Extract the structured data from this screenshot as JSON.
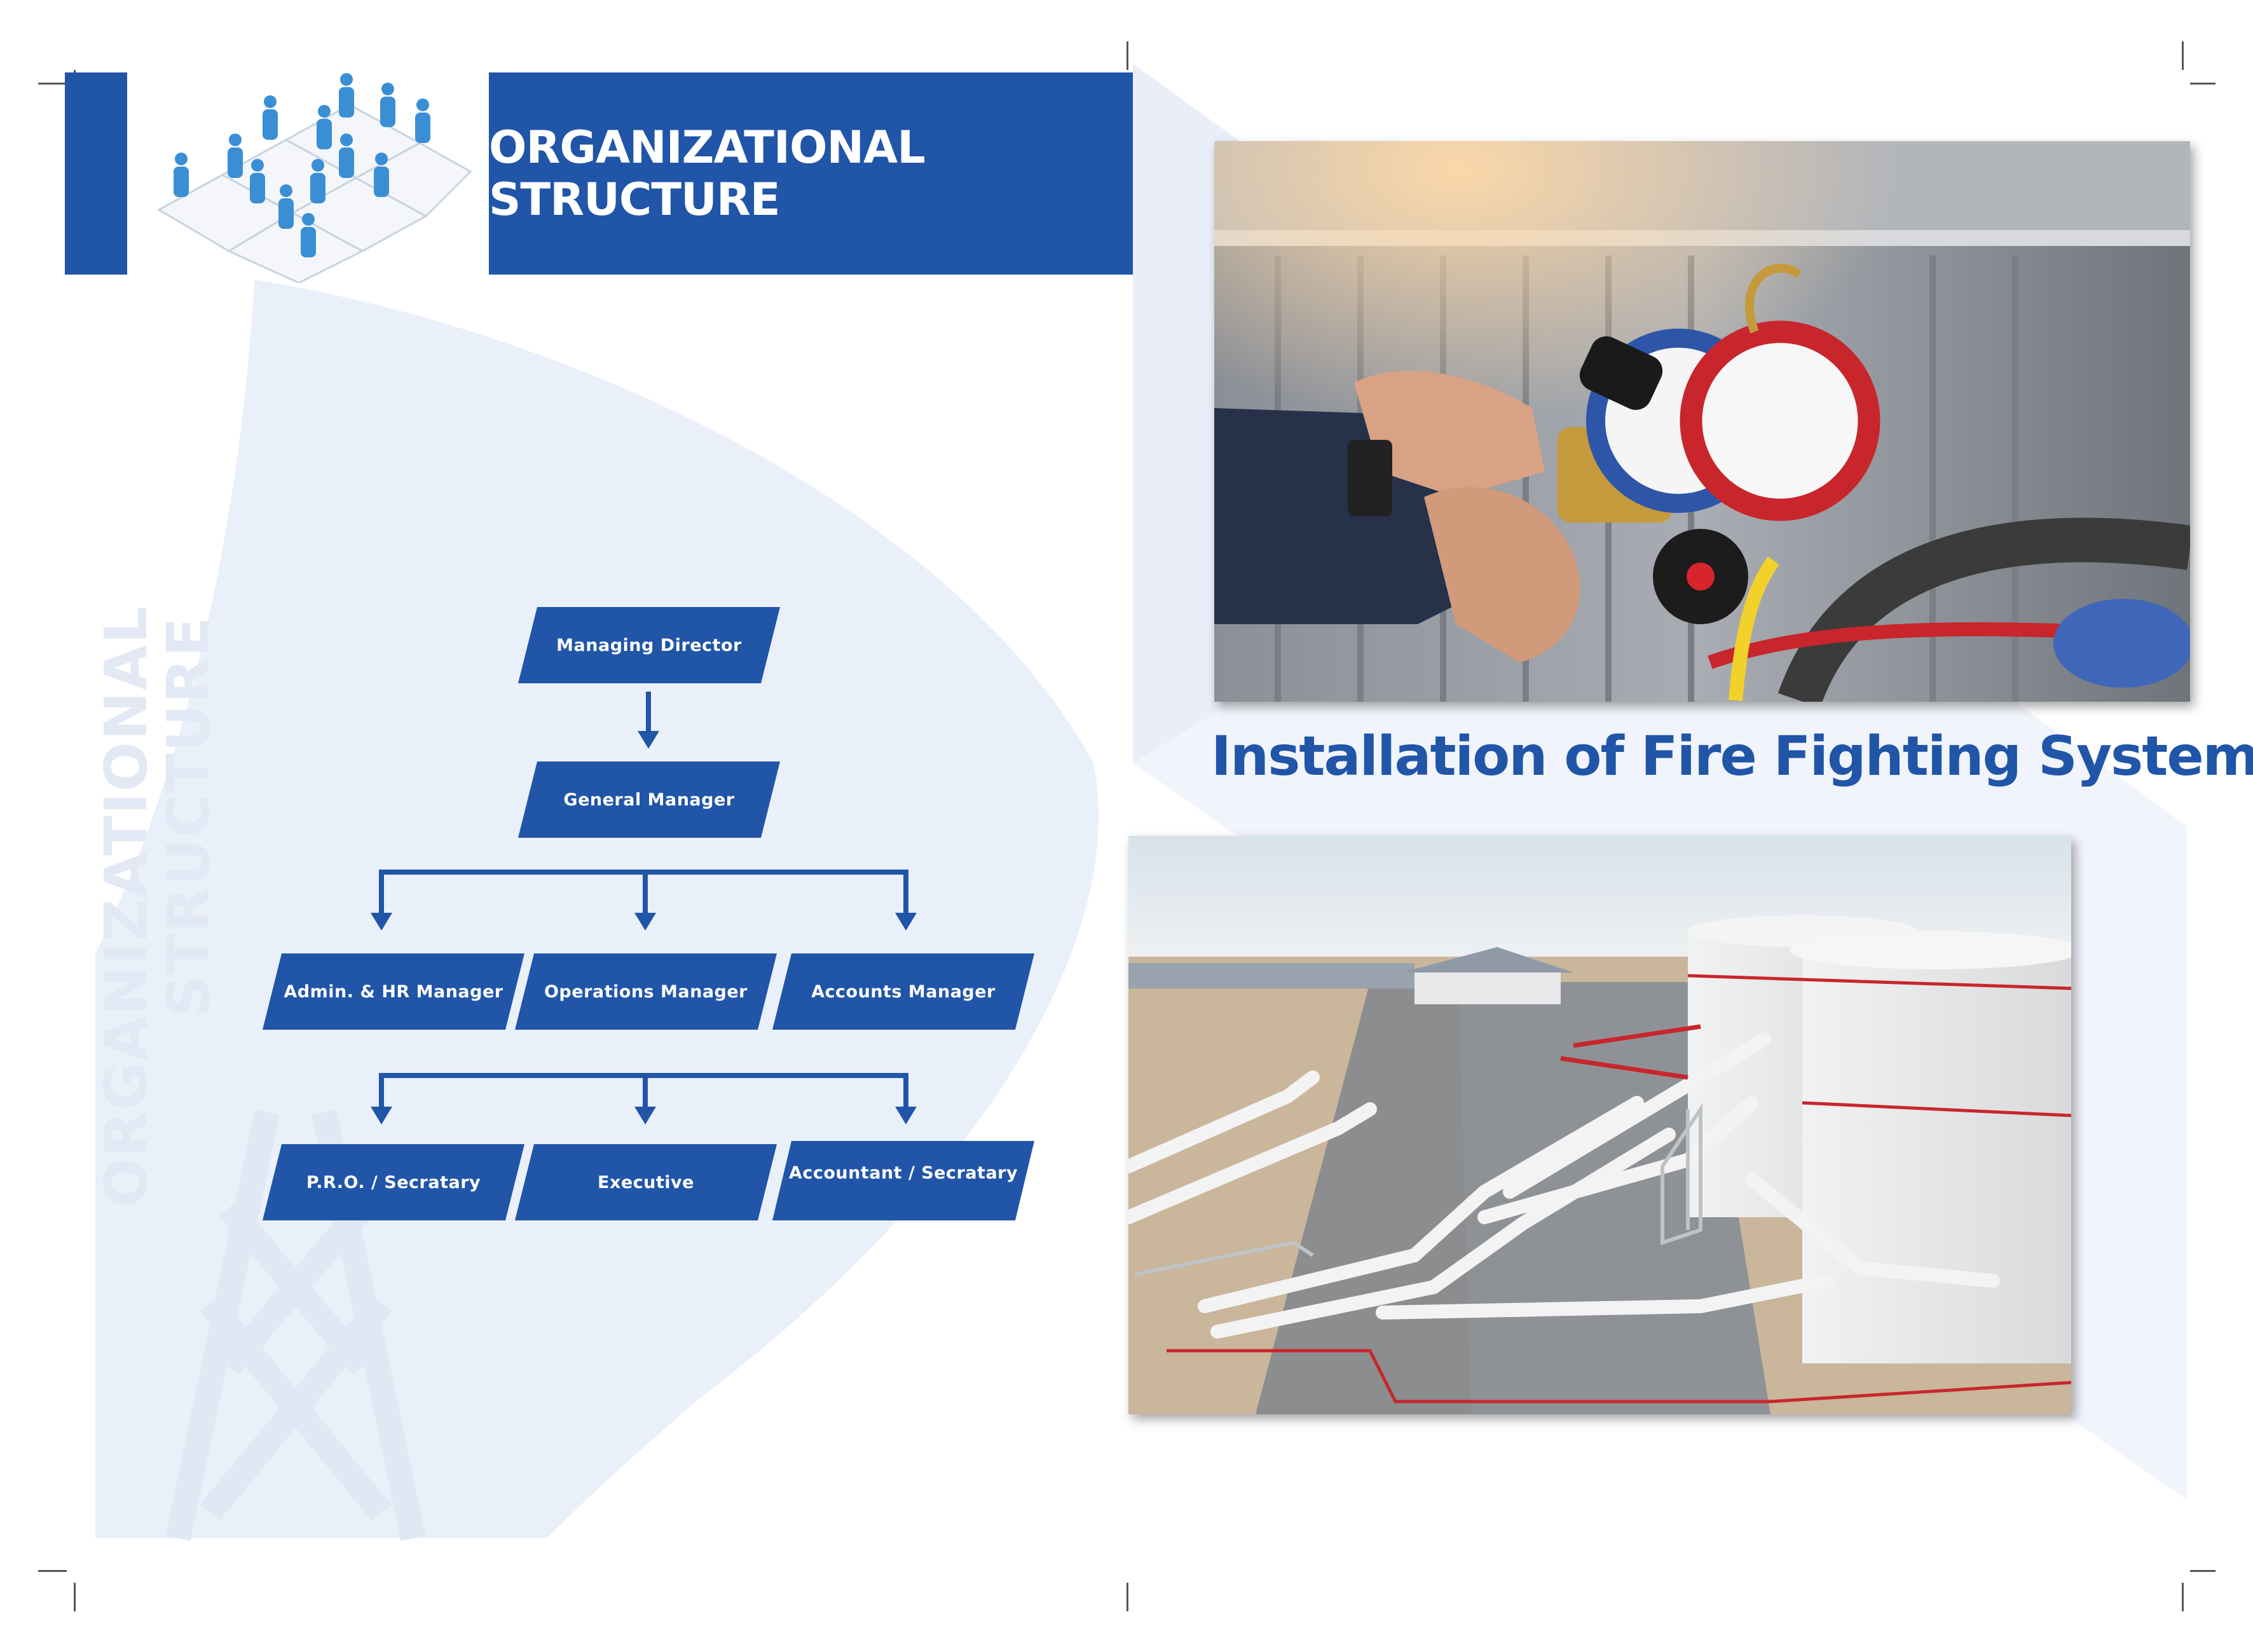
{
  "header": {
    "title": "ORGANIZATIONAL STRUCTURE"
  },
  "watermark": {
    "line1": "ORGANIZATIONAL",
    "line2": "STRUCTURE"
  },
  "org_chart": {
    "level1": {
      "label": "Managing Director"
    },
    "level2": {
      "label": "General Manager"
    },
    "level3": [
      {
        "label": "Admin. & HR Manager"
      },
      {
        "label": "Operations Manager"
      },
      {
        "label": "Accounts Manager"
      }
    ],
    "level4": [
      {
        "label": "P.R.O. / Secratary"
      },
      {
        "label": "Executive"
      },
      {
        "label": "Accountant / Secratary"
      }
    ]
  },
  "right_page": {
    "title": "Installation of Fire Fighting System"
  },
  "colors": {
    "brand_blue": "#2055a8",
    "watermark_blue": "#e9eff8"
  }
}
